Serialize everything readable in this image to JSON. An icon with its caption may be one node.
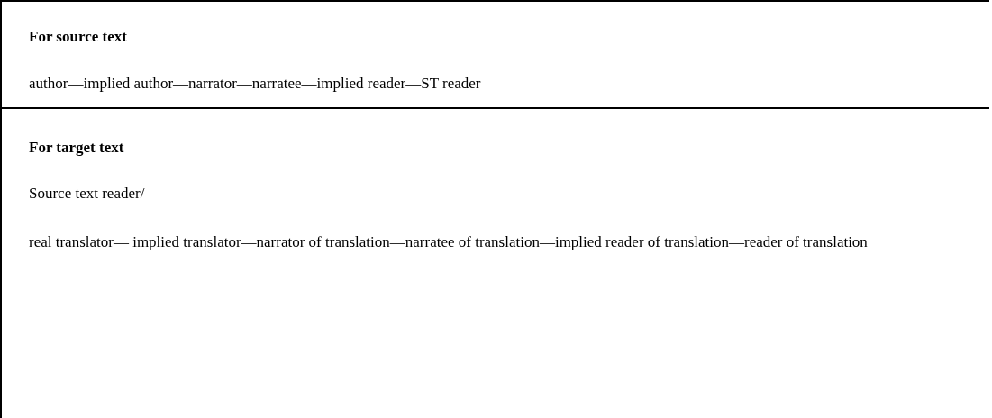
{
  "diagram": {
    "nodes": [
      {
        "text": [
          "For source text",
          "author—implied author—narrator—narratee—implied reader—ST reader"
        ]
      },
      {
        "text": [
          "For target text",
          "Source text reader/",
          "real translator— implied translator—narrator of translation—narratee of translation—implied reader of translation—reader of translation"
        ]
      }
    ]
  }
}
